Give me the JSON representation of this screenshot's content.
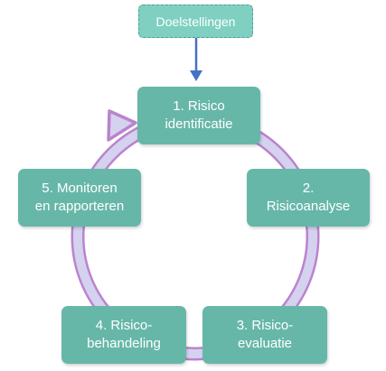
{
  "diagram": {
    "objectives_label": "Doelstellingen",
    "steps": [
      {
        "label": "1. Risico\nidentificatie"
      },
      {
        "label": "2.\nRisicoanalyse"
      },
      {
        "label": "3. Risico-\nevaluatie"
      },
      {
        "label": "4. Risico-\nbehandeling"
      },
      {
        "label": "5. Monitoren\nen rapporteren"
      }
    ],
    "colors": {
      "box_fill": "#67b7a9",
      "objectives_fill": "#7fd0c0",
      "objectives_border": "#4f9e91",
      "cycle_arrow_fill": "#d4d2ef",
      "cycle_arrow_outline": "#bb83cd",
      "down_arrow": "#4472c4",
      "text": "#ffffff"
    }
  }
}
